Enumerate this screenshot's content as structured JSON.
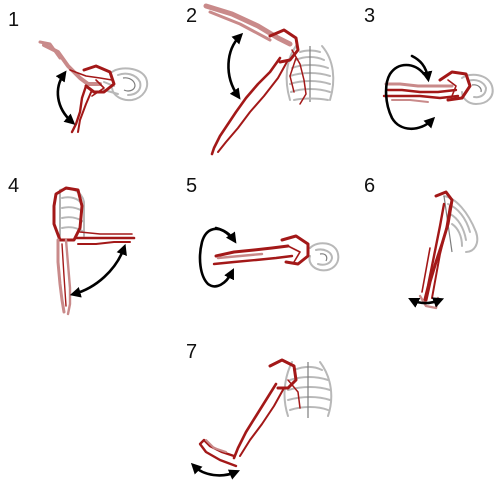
{
  "panels": [
    {
      "label": "1",
      "movement_arrow": "double-arc"
    },
    {
      "label": "2",
      "movement_arrow": "double-arc"
    },
    {
      "label": "3",
      "movement_arrow": "circular"
    },
    {
      "label": "4",
      "movement_arrow": "double-arc"
    },
    {
      "label": "5",
      "movement_arrow": "circular"
    },
    {
      "label": "6",
      "movement_arrow": "double-arc"
    },
    {
      "label": "7",
      "movement_arrow": "double-arc"
    }
  ],
  "colors": {
    "muscle": "#a31818",
    "muscle_pale": "#c98a8a",
    "bone": "#b8b8b8",
    "arrow": "#000000",
    "background": "#ffffff"
  }
}
